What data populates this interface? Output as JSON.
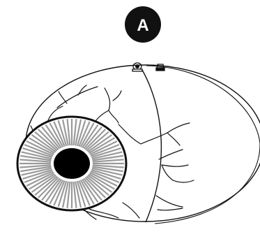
{
  "figure": {
    "panel_label": "A",
    "colors": {
      "badge_fill": "#111111",
      "badge_text": "#ffffff",
      "outline": "#111111",
      "iris_rays": "#9a9a9a",
      "pupil": "#000000",
      "background": "#ffffff"
    },
    "icons": [
      "eyeball-outline",
      "iris-icon",
      "pupil-icon",
      "blood-vessels",
      "optic-nerve-stub",
      "lens-fixture-icon"
    ]
  }
}
